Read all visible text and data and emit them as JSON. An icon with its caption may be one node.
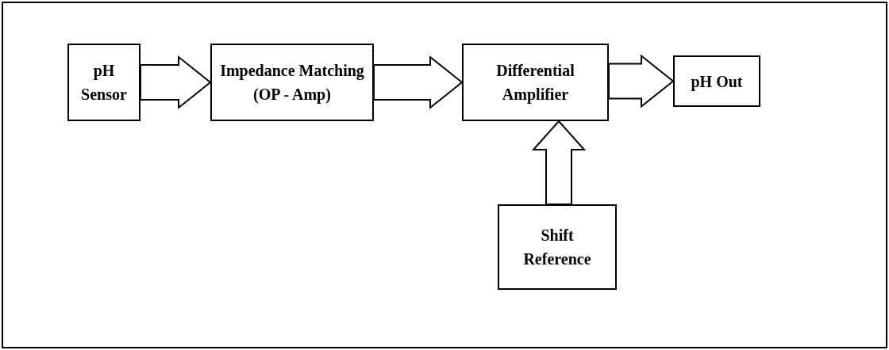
{
  "diagram": {
    "nodes": [
      {
        "text": [
          "pH Sensor"
        ]
      },
      {
        "text": [
          "Impedance Matching (OP - Amp)"
        ]
      },
      {
        "text": [
          "Differential Amplifier"
        ]
      },
      {
        "text": [
          "pH Out"
        ]
      },
      {
        "text": [
          "Shift Reference"
        ]
      }
    ],
    "edges": [
      {
        "from": 0,
        "to": 1,
        "arrow": "to"
      },
      {
        "from": 1,
        "to": 2,
        "arrow": "to"
      },
      {
        "from": 2,
        "to": 3,
        "arrow": "to"
      },
      {
        "from": 4,
        "to": 2,
        "arrow": "to"
      }
    ]
  }
}
